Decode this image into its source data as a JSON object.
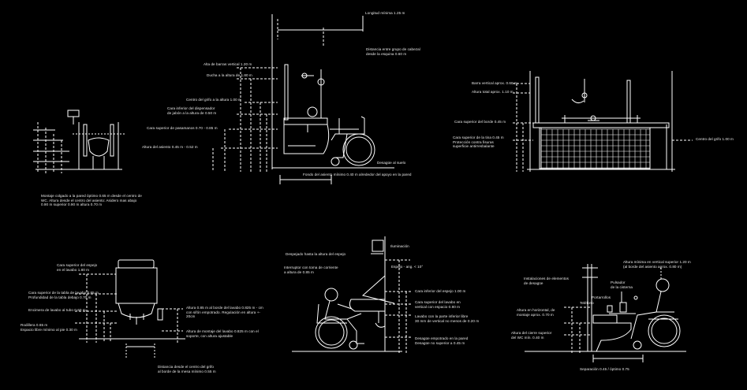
{
  "colors": {
    "background": "#000000",
    "linework": "#ffffff",
    "text": "#e8e8e8"
  },
  "wc": {
    "note": "Montaje colgado a la pared óptimo 0.65 m desde el centro de\nWC. Altura desde el centro del asiento: Asidero mas abajo\n0.90 m superior 0.90 m altura 0.70 m"
  },
  "shower": {
    "length_label": "Longitud mínima 1.25 m",
    "distance_label": "Distancia entre grupo de cabezal\ndesde la esquina 0.60 m",
    "vertical_bar_label": "Alta de barras vertical 1.20 m",
    "shower_head_label": "Ducha a la altura de 1.80 m",
    "bar_center_label": "Centro del grifo a la altura 1.00 m",
    "seat_label": "Cara inferior del dispensador\nde jabón a la altura de 0.50 m",
    "grab_label": "Cara superior de pasamanos 0.70 - 0.85 m",
    "seat_height_label": "Altura del asiento 0.45 m - 0.52 m",
    "drain_label": "Desagüe al suelo",
    "depth_label": "Fondo del asiento mínimo 0.40 m alrededor del apoyo en la pared"
  },
  "bathtub": {
    "grab_vertical_label": "Barra vertical aprox. 0.60 m",
    "grab_height_label": "Altura total aprox. 1.10 m",
    "rim_label": "Cara superior del borde 0.45 m",
    "floor_label": "Cara superior de la tina 0.45 m\nProtección contra fisuras\nsuperficie antirresbalante",
    "center_label": "Centro del grifo 1.00 m"
  },
  "sink": {
    "mirror_label": "Cara superior del espejo\nen el lavabo 1.80 m",
    "upper_label": "Cara superior de la tabla de lavabo 0.85 m\nProfundidad de la tabla debajo 0.70 m",
    "counter_label": "Encimera de lavabo al tubo 0.60 m",
    "knee_label": "Rodillera 0.65 m\nEspacio libre mínimo al pie 0.30 m",
    "right_top_label": "Altura 0.85 m al borde del lavabo 0.825 m - cm\ncon sifón empotrado. Regulación en altura +-\n20cm",
    "right_mid_label": "Altura de montaje del lavabo 0.825 m con el\nsoporte, con altura ajustable",
    "bottom_label": "Distancia desde el centro del grifo\nal borde de la mesa mínimo 0.55 m"
  },
  "mirror_scene": {
    "left_top_label": "Despejado hasta la altura del espejo",
    "left_mid_label": "Interruptor con toma de corriente\na altura de 0.85 m",
    "illumination_label": "Iluminación",
    "angle_label": "Espejo - ang. < 10°",
    "r1_label": "Cara inferior del espejo 1.00 m",
    "r2_label": "Cara superior del lavabo en\nvertical con espacio 0.80 m",
    "r3_label": "Lavabo con la parte inferior libre\n30 mm de vertical no menos de 0.20 m",
    "r4_label": "Desagüe empotrado en la pared\nDesagüe no superior a 0.45 m"
  },
  "wc_side": {
    "top_label": "Altura mínima en vertical superior 1.20 m\n(al borde del asiento aprox. 0.80 m)",
    "installations_label": "Instalaciones de elementos\nde desagüe",
    "flush_label": "Pulsador\nde la cisterna",
    "paper_label": "Portarrollos",
    "tel_label": "Teléfono",
    "left1_label": "Altura en horizontal, de\nmontaje aprox. 0.70 m",
    "left2_label": "Altura del cierre superior\ndel WC mín. 0.40 m",
    "bottom_label": "Separación 0.45 / óptimo 0.75"
  }
}
